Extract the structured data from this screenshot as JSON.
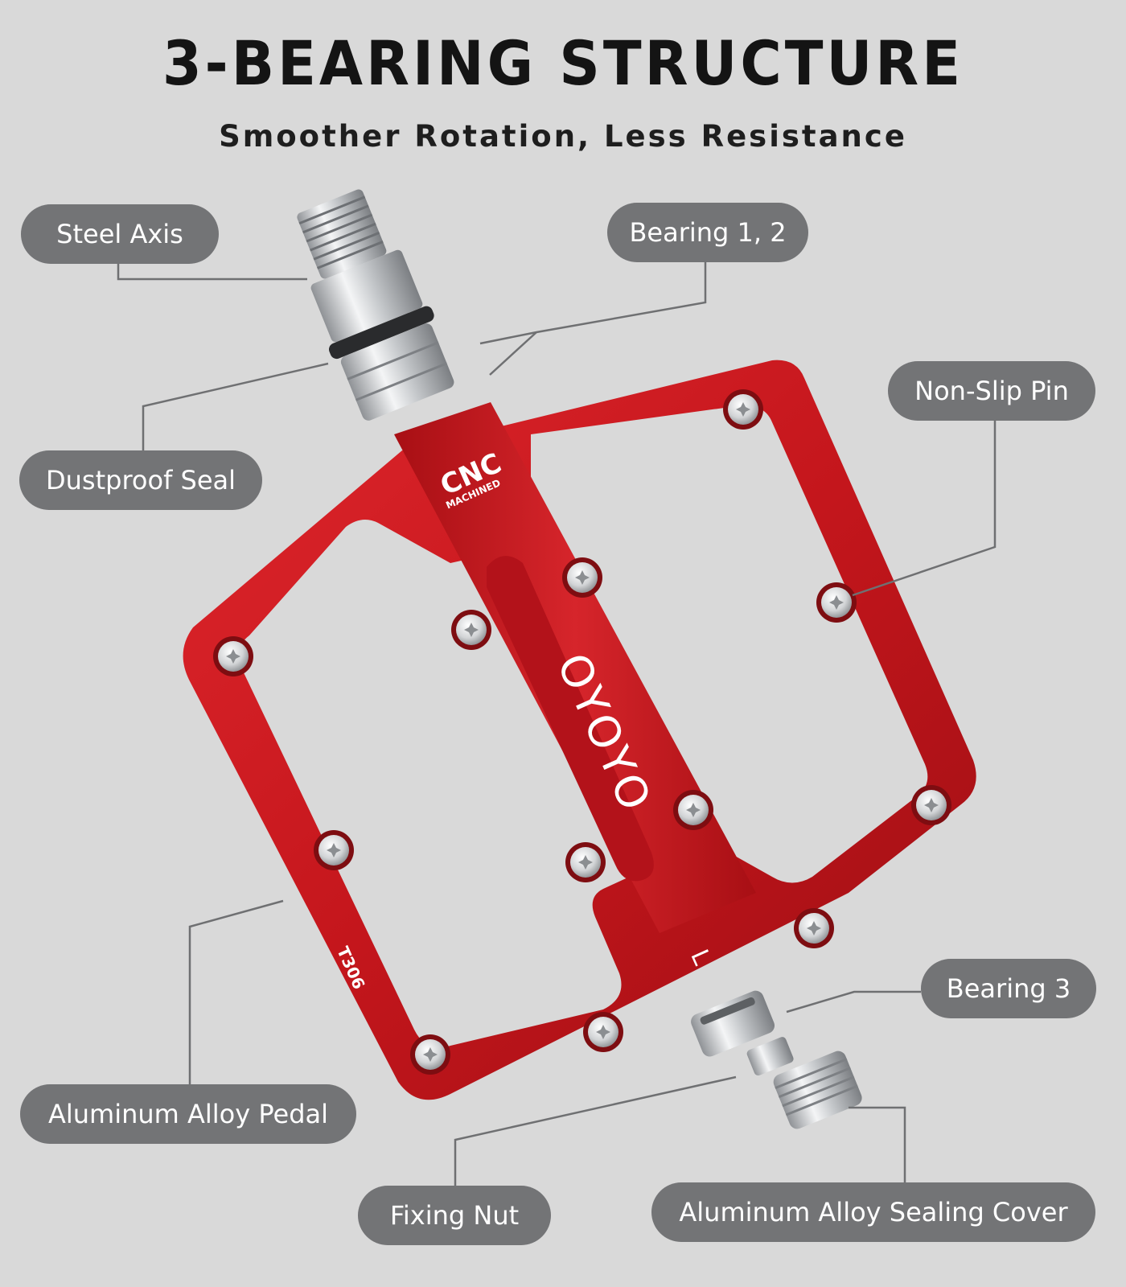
{
  "header": {
    "title": "3-BEARING STRUCTURE",
    "subtitle": "Smoother Rotation, Less Resistance"
  },
  "labels": {
    "steel_axis": "Steel Axis",
    "bearing_1_2": "Bearing 1, 2",
    "non_slip_pin": "Non-Slip Pin",
    "dustproof_seal": "Dustproof Seal",
    "bearing_3": "Bearing 3",
    "aluminum_alloy_pedal": "Aluminum Alloy Pedal",
    "fixing_nut": "Fixing Nut",
    "aluminum_alloy_sealing_cover": "Aluminum Alloy Sealing Cover"
  },
  "pedal_markings": {
    "cnc": "CNC",
    "machined": "MACHINED",
    "brand": "OYOYO",
    "side": "L",
    "model": "T306"
  },
  "colors": {
    "background": "#d9d9d9",
    "pedal_red": "#c4161c",
    "label_pill": "#737476",
    "leader_line": "#6f7072"
  }
}
